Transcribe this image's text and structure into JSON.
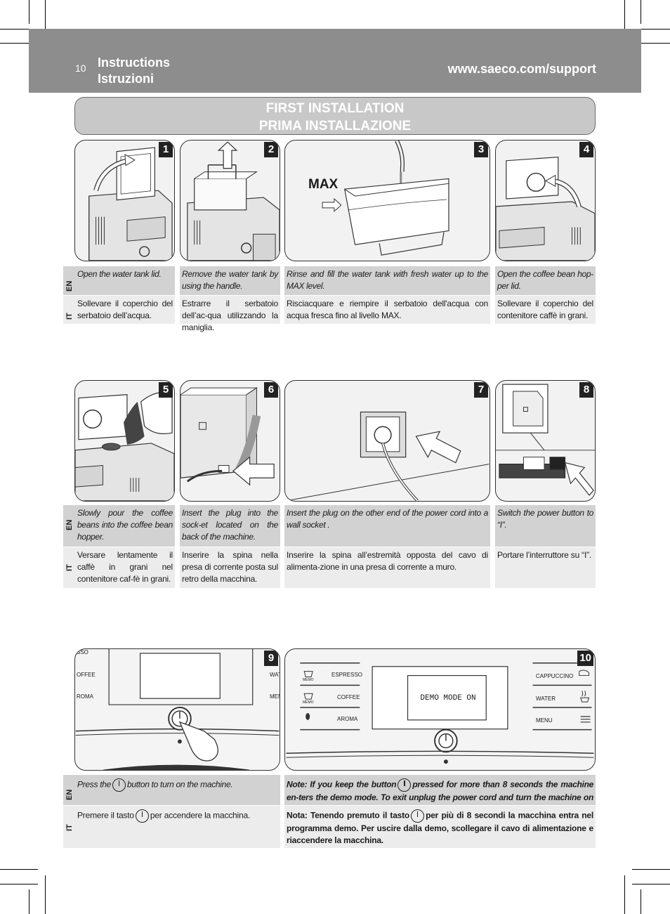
{
  "header": {
    "page_number": "10",
    "title_line1": "Instructions",
    "title_line2": "Istruzioni",
    "url": "www.saeco.com/support"
  },
  "banner": {
    "line1": "FIRST INSTALLATION",
    "line2": "PRIMA INSTALLAZIONE"
  },
  "lang_labels": {
    "en": "EN",
    "it": "IT"
  },
  "steps": [
    {
      "num": "1",
      "en": "Open the water tank lid.",
      "it": "Sollevare il coperchio del serbatoio dell’acqua."
    },
    {
      "num": "2",
      "en": "Remove the water tank by using the handle.",
      "it": "Estrarre il serbatoio dell’ac-qua utilizzando la maniglia."
    },
    {
      "num": "3",
      "en": "Rinse and fill the water tank with fresh water up to the MAX level.",
      "it": "Risciacquare e riempire il serbatoio dell'acqua con acqua fresca fino al livello MAX.",
      "label": "MAX"
    },
    {
      "num": "4",
      "en": "Open the coffee bean hop-per lid.",
      "it": "Sollevare il coperchio del contenitore caffè in grani."
    },
    {
      "num": "5",
      "en": "Slowly pour the coffee beans into the coffee bean hopper.",
      "it": "Versare lentamente il caffè in grani nel contenitore caf-fè in grani."
    },
    {
      "num": "6",
      "en": "Insert the plug into the sock-et located on the back of the machine.",
      "it": "Inserire la spina nella presa di corrente posta sul retro della macchina."
    },
    {
      "num": "7",
      "en": "Insert the plug on the other end of the power cord into a wall socket .",
      "it": "Inserire la spina all’estremità opposta del cavo di alimenta-zione in una presa di corrente a muro."
    },
    {
      "num": "8",
      "en": "Switch the power button to “I”.",
      "it": "Portare l’interruttore su “I”."
    },
    {
      "num": "9",
      "en_before": "Press the",
      "en_after": "button to turn on the machine.",
      "it_before": "Premere il tasto",
      "it_after": "per accendere la macchina.",
      "panel_labels": {
        "left1": "SSO",
        "left2": "OFFEE",
        "left3": "ROMA",
        "right1": "WAT",
        "right2": "MEN"
      }
    },
    {
      "num": "10",
      "en_before": "Note: If you keep the button",
      "en_after": "pressed for more than 8 seconds the machine en-ters the demo mode. To exit unplug the power cord and turn the machine on again.",
      "it_before": "Nota: Tenendo premuto il tasto",
      "it_after": "per più di 8 secondi la macchina entra nel programma demo. Per uscire dalla demo, scollegare il cavo di alimentazione e riaccendere la macchina.",
      "display": "DEMO MODE ON",
      "buttons_left": [
        "ESPRESSO",
        "COFFEE",
        "AROMA"
      ],
      "memo": "MEMO",
      "buttons_right": [
        "CAPPUCCINO",
        "WATER",
        "MENU"
      ]
    }
  ]
}
